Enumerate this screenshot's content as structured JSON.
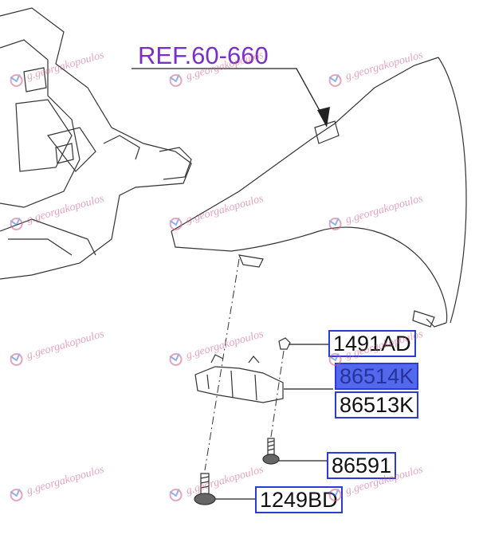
{
  "reference_label": "REF.60-660",
  "watermark_text": "g.georgakopoulos",
  "parts": [
    {
      "id": "p1",
      "code": "1491AD",
      "selected": false
    },
    {
      "id": "p2",
      "code": "86514K",
      "selected": true
    },
    {
      "id": "p3",
      "code": "86513K",
      "selected": false
    },
    {
      "id": "p4",
      "code": "86591",
      "selected": false
    },
    {
      "id": "p5",
      "code": "1249BD",
      "selected": false
    }
  ],
  "colors": {
    "label_border": "#2b3bd6",
    "selected_fill": "#5468ee",
    "reference_text": "#7a2fc8",
    "watermark": "#d35b86"
  }
}
